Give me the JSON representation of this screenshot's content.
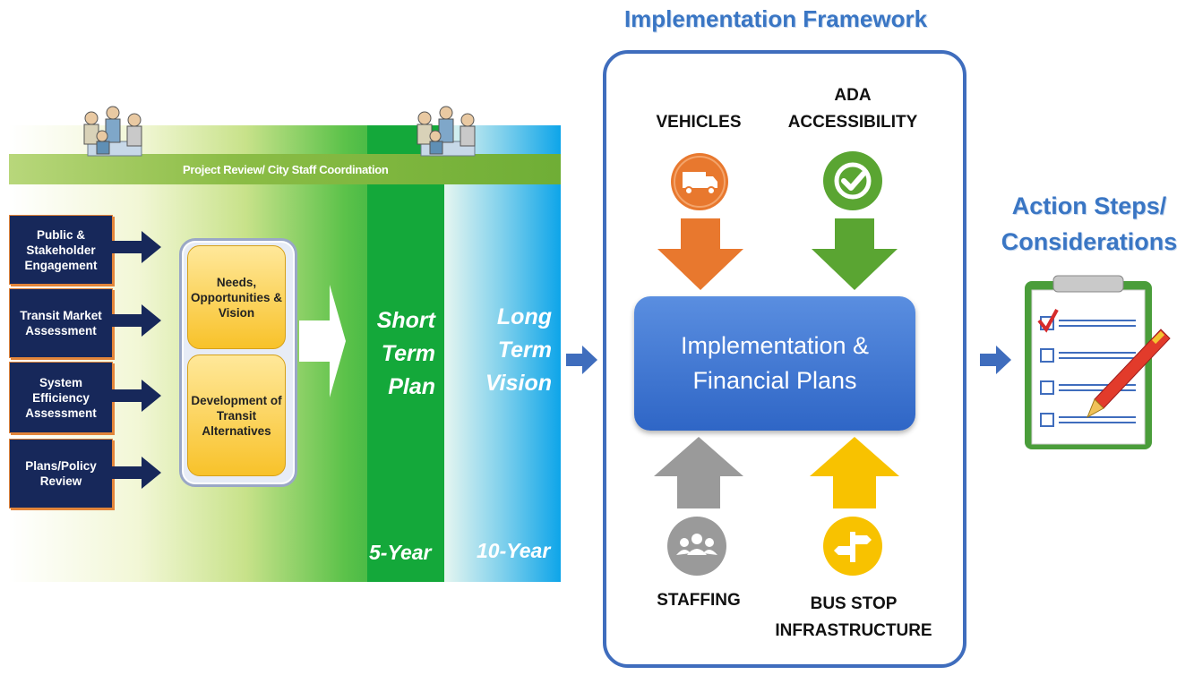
{
  "left": {
    "coordination_label": "Project Review/ City Staff Coordination",
    "inputs": [
      "Public & Stakeholder Engagement",
      "Transit Market Assessment",
      "System Efficiency Assessment",
      "Plans/Policy Review"
    ],
    "needs_label": "Needs, Opportunities & Vision",
    "development_label": "Development of Transit Alternatives",
    "short_term": [
      "Short",
      "Term",
      "Plan"
    ],
    "long_term": [
      "Long",
      "Term",
      "Vision"
    ],
    "short_years": "5-Year",
    "long_years": "10-Year"
  },
  "framework": {
    "title": "Implementation Framework",
    "vehicles": "VEHICLES",
    "ada": [
      "ADA",
      "ACCESSIBILITY"
    ],
    "center": [
      "Implementation &",
      "Financial Plans"
    ],
    "staffing": "STAFFING",
    "bus_stop": [
      "BUS STOP",
      "INFRASTRUCTURE"
    ]
  },
  "action": {
    "title": [
      "Action Steps/",
      "Considerations"
    ]
  },
  "colors": {
    "navy": "#17285a",
    "green": "#14a83a",
    "blue": "#3f6dbd",
    "orange": "#e8782e",
    "ada_green": "#5aa532",
    "gray": "#9a9a9a",
    "yellow": "#f8c200"
  }
}
